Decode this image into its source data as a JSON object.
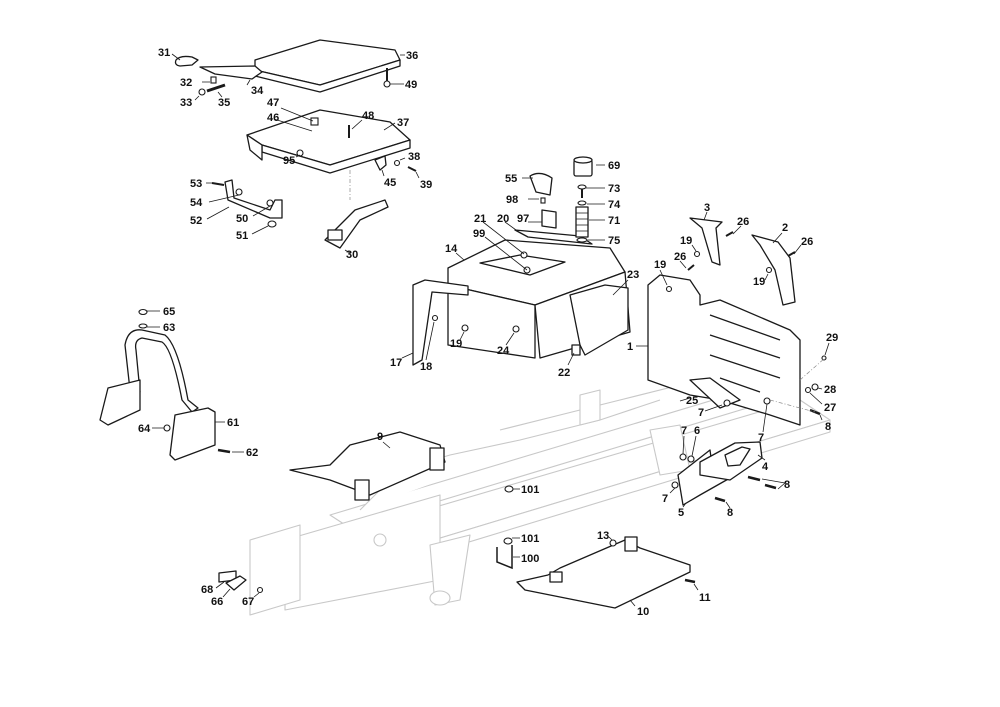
{
  "diagram": {
    "title": "Exploded parts diagram - tractor frame and seat support",
    "callouts": [
      {
        "id": "c31",
        "text": "31"
      },
      {
        "id": "c36",
        "text": "36"
      },
      {
        "id": "c32",
        "text": "32"
      },
      {
        "id": "c34",
        "text": "34"
      },
      {
        "id": "c49",
        "text": "49"
      },
      {
        "id": "c33",
        "text": "33"
      },
      {
        "id": "c35",
        "text": "35"
      },
      {
        "id": "c47",
        "text": "47"
      },
      {
        "id": "c48",
        "text": "48"
      },
      {
        "id": "c46",
        "text": "46"
      },
      {
        "id": "c37",
        "text": "37"
      },
      {
        "id": "c95",
        "text": "95"
      },
      {
        "id": "c38",
        "text": "38"
      },
      {
        "id": "c45",
        "text": "45"
      },
      {
        "id": "c39",
        "text": "39"
      },
      {
        "id": "c53",
        "text": "53"
      },
      {
        "id": "c54",
        "text": "54"
      },
      {
        "id": "c50",
        "text": "50"
      },
      {
        "id": "c52",
        "text": "52"
      },
      {
        "id": "c51",
        "text": "51"
      },
      {
        "id": "c30",
        "text": "30"
      },
      {
        "id": "c55",
        "text": "55"
      },
      {
        "id": "c69",
        "text": "69"
      },
      {
        "id": "c73",
        "text": "73"
      },
      {
        "id": "c98",
        "text": "98"
      },
      {
        "id": "c74",
        "text": "74"
      },
      {
        "id": "c21",
        "text": "21"
      },
      {
        "id": "c20",
        "text": "20"
      },
      {
        "id": "c97",
        "text": "97"
      },
      {
        "id": "c71",
        "text": "71"
      },
      {
        "id": "c99",
        "text": "99"
      },
      {
        "id": "c75",
        "text": "75"
      },
      {
        "id": "c14",
        "text": "14"
      },
      {
        "id": "c23",
        "text": "23"
      },
      {
        "id": "c17",
        "text": "17"
      },
      {
        "id": "c18",
        "text": "18"
      },
      {
        "id": "c19a",
        "text": "19"
      },
      {
        "id": "c24",
        "text": "24"
      },
      {
        "id": "c22",
        "text": "22"
      },
      {
        "id": "c3",
        "text": "3"
      },
      {
        "id": "c26a",
        "text": "26"
      },
      {
        "id": "c2",
        "text": "2"
      },
      {
        "id": "c19b",
        "text": "19"
      },
      {
        "id": "c26b",
        "text": "26"
      },
      {
        "id": "c19c",
        "text": "19"
      },
      {
        "id": "c26c",
        "text": "26"
      },
      {
        "id": "c19d",
        "text": "19"
      },
      {
        "id": "c1",
        "text": "1"
      },
      {
        "id": "c29",
        "text": "29"
      },
      {
        "id": "c28",
        "text": "28"
      },
      {
        "id": "c25",
        "text": "25"
      },
      {
        "id": "c27",
        "text": "27"
      },
      {
        "id": "c7a",
        "text": "7"
      },
      {
        "id": "c7b",
        "text": "7"
      },
      {
        "id": "c8a",
        "text": "8"
      },
      {
        "id": "c7c",
        "text": "7"
      },
      {
        "id": "c6",
        "text": "6"
      },
      {
        "id": "c4",
        "text": "4"
      },
      {
        "id": "c8b",
        "text": "8"
      },
      {
        "id": "c7d",
        "text": "7"
      },
      {
        "id": "c5",
        "text": "5"
      },
      {
        "id": "c8c",
        "text": "8"
      },
      {
        "id": "c65",
        "text": "65"
      },
      {
        "id": "c63",
        "text": "63"
      },
      {
        "id": "c61",
        "text": "61"
      },
      {
        "id": "c64",
        "text": "64"
      },
      {
        "id": "c62",
        "text": "62"
      },
      {
        "id": "c9",
        "text": "9"
      },
      {
        "id": "c101a",
        "text": "101"
      },
      {
        "id": "c101b",
        "text": "101"
      },
      {
        "id": "c100",
        "text": "100"
      },
      {
        "id": "c13",
        "text": "13"
      },
      {
        "id": "c68",
        "text": "68"
      },
      {
        "id": "c66",
        "text": "66"
      },
      {
        "id": "c67",
        "text": "67"
      },
      {
        "id": "c11",
        "text": "11"
      },
      {
        "id": "c10",
        "text": "10"
      }
    ]
  }
}
